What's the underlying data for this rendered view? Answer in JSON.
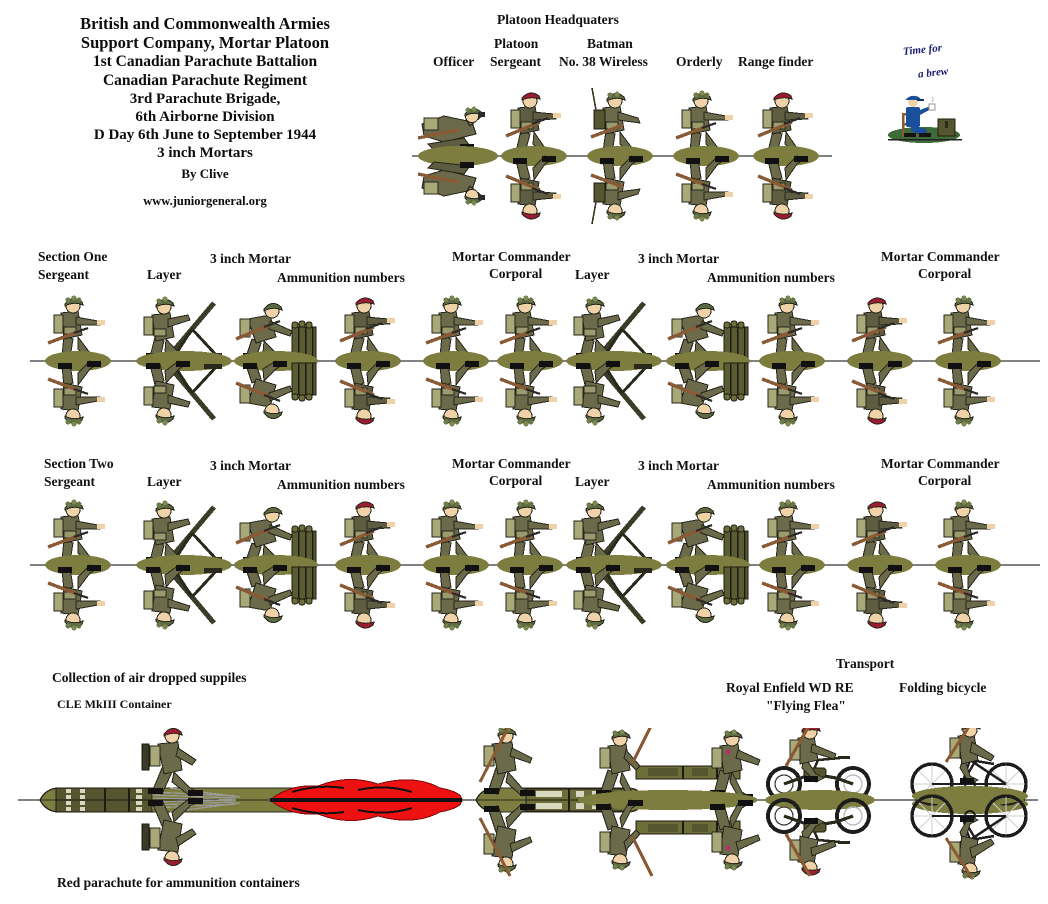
{
  "sheet": {
    "title_lines": [
      "British and Commonwealth Armies",
      "Support Company, Mortar Platoon",
      "1st Canadian Parachute Battalion",
      "Canadian Parachute Regiment",
      "3rd Parachute Brigade,",
      "6th Airborne Division",
      "D Day 6th June to September 1944",
      "3 inch Mortars"
    ],
    "author": "By Clive",
    "website": "www.juniorgeneral.org"
  },
  "brew": {
    "line1": "Time for",
    "line2": "a brew"
  },
  "headquarters": {
    "heading": "Platoon Headquaters",
    "labels": [
      {
        "top": "",
        "bottom": "Officer"
      },
      {
        "top": "Platoon",
        "bottom": "Sergeant"
      },
      {
        "top": "Batman",
        "bottom": "No. 38 Wireless"
      },
      {
        "top": "",
        "bottom": "Orderly"
      },
      {
        "top": "",
        "bottom": "Range finder"
      }
    ]
  },
  "section_one": {
    "name_line1": "Section One",
    "name_line2": "Sergeant",
    "layer_a": "Layer",
    "mortar_a": "3 inch Mortar",
    "ammo_a": "Ammunition numbers",
    "commander_a_line1": "Mortar Commander",
    "commander_a_line2": "Corporal",
    "layer_b": "Layer",
    "mortar_b": "3 inch Mortar",
    "ammo_b": "Ammunition numbers",
    "commander_b_line1": "Mortar Commander",
    "commander_b_line2": "Corporal"
  },
  "section_two": {
    "name_line1": "Section Two",
    "name_line2": "Sergeant",
    "layer_a": "Layer",
    "mortar_a": "3 inch Mortar",
    "ammo_a": "Ammunition numbers",
    "commander_a_line1": "Mortar Commander",
    "commander_a_line2": "Corporal",
    "layer_b": "Layer",
    "mortar_b": "3 inch Mortar",
    "ammo_b": "Ammunition numbers",
    "commander_b_line1": "Mortar Commander",
    "commander_b_line2": "Corporal"
  },
  "supplies": {
    "heading": "Collection of air dropped suppiles",
    "container": "CLE MkIII Container",
    "parachute_caption": "Red parachute for ammunition containers"
  },
  "transport": {
    "heading": "Transport",
    "motorcycle_line1": "Royal Enfield WD RE",
    "motorcycle_line2": "\"Flying Flea\"",
    "bicycle": "Folding bicycle"
  },
  "colors": {
    "base_olive": "#7d7d3f",
    "uniform_khaki": "#6b6a4a",
    "uniform_dark": "#4d4b33",
    "webbing": "#a9a878",
    "flesh": "#f0d2a8",
    "beret_red": "#9e1b32",
    "helmet_green": "#5d6b43",
    "rifle_brown": "#8a5a34",
    "parachute_red": "#ee1111",
    "brew_blue": "#1b4e9b",
    "grass_green": "#3f6b38",
    "outline": "#111111",
    "centerline": "#000000"
  }
}
